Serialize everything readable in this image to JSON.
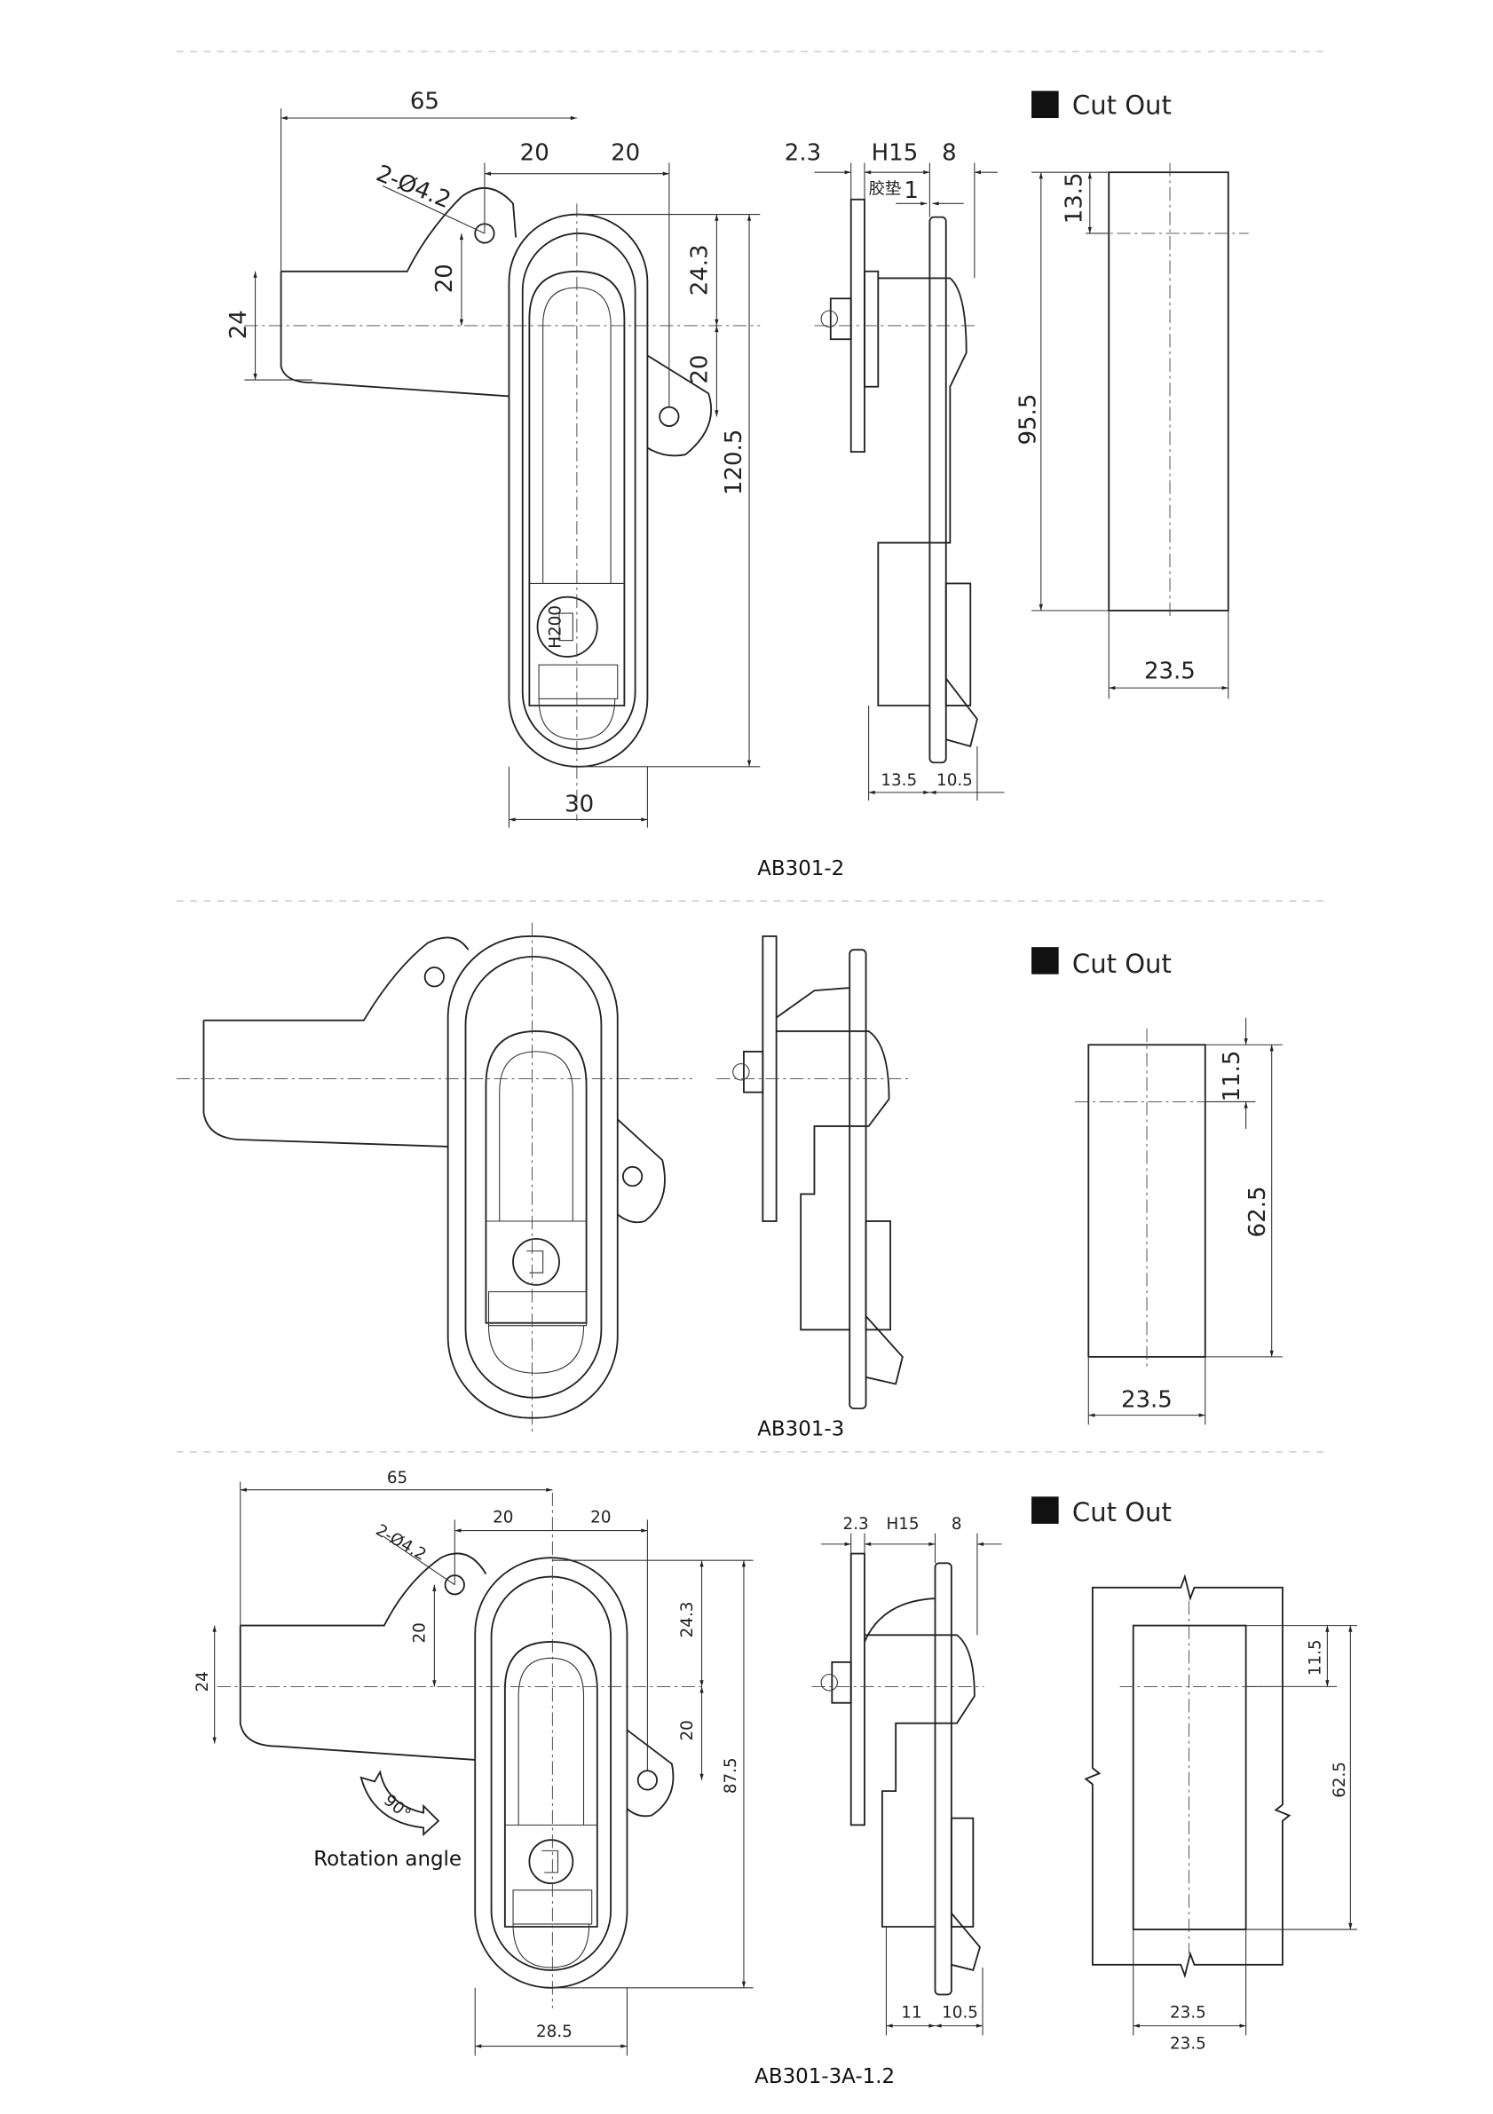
{
  "section1": {
    "caption": "AB301-2",
    "cut_out_label": "Cut Out",
    "front_dims": {
      "overall_width": "65",
      "ear_left": "20",
      "ear_right": "20",
      "holes": "2-Ø4.2",
      "wing_height": "24",
      "ear_up": "20",
      "top_to_center": "24.3",
      "ear_down": "20",
      "height": "120.5",
      "body_width": "30"
    },
    "side_dims": {
      "a": "2.3",
      "b": "H15",
      "c": "8",
      "gasket_label": "胶垫",
      "gasket": "1",
      "d": "13.5",
      "e": "10.5"
    },
    "key_mark": "H200",
    "cutout_dims": {
      "top": "13.5",
      "height": "95.5",
      "width": "23.5"
    }
  },
  "section2": {
    "caption": "AB301-3",
    "cut_out_label": "Cut Out",
    "cutout_dims": {
      "top": "11.5",
      "height": "62.5",
      "width": "23.5"
    }
  },
  "section3": {
    "caption": "AB301-3A-1.2",
    "cut_out_label": "Cut Out",
    "front_dims": {
      "overall_width": "65",
      "ear_left": "20",
      "ear_right": "20",
      "holes": "2-Ø4.2",
      "wing_height": "24",
      "ear_up": "20",
      "top_to_center": "24.3",
      "ear_down": "20",
      "height": "87.5",
      "body_width": "28.5"
    },
    "rotation": {
      "angle": "90°",
      "label": "Rotation angle"
    },
    "side_dims": {
      "a": "2.3",
      "b": "H15",
      "c": "8",
      "d": "11",
      "e": "10.5"
    },
    "cutout_dims": {
      "top": "11.5",
      "height": "62.5",
      "width_inner": "23.5",
      "width": "23.5"
    }
  }
}
